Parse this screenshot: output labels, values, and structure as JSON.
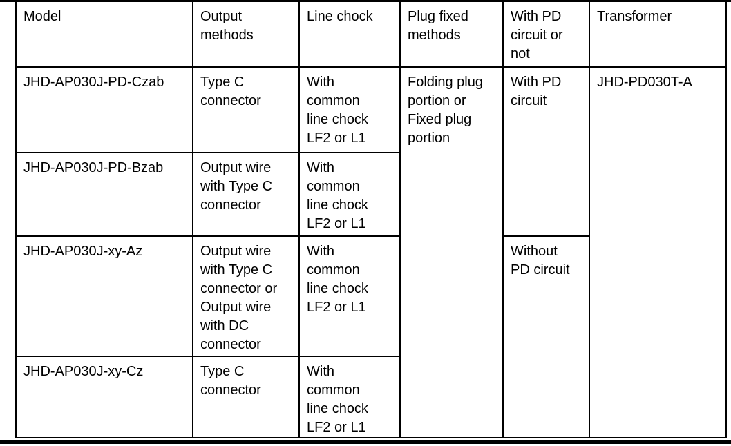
{
  "table": {
    "headers": {
      "model": "Model",
      "output_methods": "Output\nmethods",
      "line_chock": "Line chock",
      "plug_fixed_methods": "Plug fixed\nmethods",
      "pd_circuit": "With PD\ncircuit or\nnot",
      "transformer": "Transformer"
    },
    "rows": [
      {
        "model": "JHD-AP030J-PD-Czab",
        "output": "Type C\nconnector",
        "chock": "With\ncommon\nline chock\nLF2 or L1"
      },
      {
        "model": "JHD-AP030J-PD-Bzab",
        "output": "Output wire\nwith Type C\nconnector",
        "chock": "With\ncommon\nline chock\nLF2 or L1"
      },
      {
        "model": "JHD-AP030J-xy-Az",
        "output": "Output wire\nwith Type C\nconnector or\nOutput wire\nwith DC\nconnector",
        "chock": "With\ncommon\nline chock\nLF2 or L1"
      },
      {
        "model": "JHD-AP030J-xy-Cz",
        "output": "Type C\nconnector",
        "chock": "With\ncommon\nline chock\nLF2 or L1"
      }
    ],
    "merged": {
      "plug_fixed": "Folding plug\nportion or\nFixed plug\nportion",
      "with_pd": "With PD\ncircuit",
      "without_pd": "Without\nPD circuit",
      "transformer_model": "JHD-PD030T-A"
    }
  },
  "colors": {
    "border": "#000000",
    "background": "#ffffff",
    "text": "#000000"
  }
}
